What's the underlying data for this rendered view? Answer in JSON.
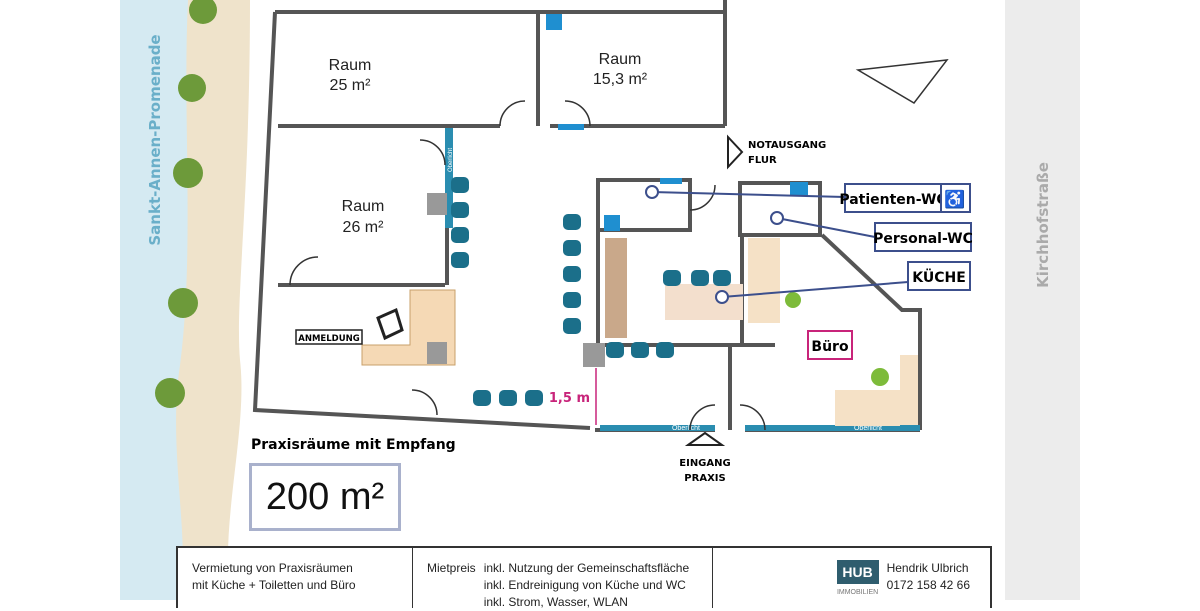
{
  "streets": {
    "left": "Sankt-Annen-Promenade",
    "right": "Kirchhofstraße"
  },
  "rooms": [
    {
      "name": "Raum",
      "area": "25 m²"
    },
    {
      "name": "Raum",
      "area": "15,3 m²"
    },
    {
      "name": "Raum",
      "area": "26 m²"
    }
  ],
  "labels": {
    "notausgang": "NOTAUSGANG",
    "flur": "FLUR",
    "patienten_wc": "Patienten-WC",
    "personal_wc": "Personal-WC",
    "kueche": "KÜCHE",
    "buero": "Büro",
    "anmeldung": "ANMELDUNG",
    "eingang": "EINGANG",
    "praxis": "PRAXIS",
    "distance": "1,5 m",
    "oberlicht": "Oberlicht",
    "title": "Praxisräume mit Empfang",
    "total_area": "200 m²"
  },
  "icons": {
    "wheelchair": "wheelchair-icon",
    "fan": "fan-icon",
    "compass": "north-arrow-icon"
  },
  "colors": {
    "wall": "#555555",
    "chairs": "#1b6f8a",
    "water": "#d5eaf2",
    "sand": "#efe3cb",
    "accent_magenta": "#c8247a",
    "label_border": "#3c4f8c",
    "office_chair": "#7dbb3a"
  },
  "info": {
    "col1": [
      "Vermietung von Praxisräumen",
      "mit Küche + Toiletten und Büro"
    ],
    "price_label": "Mietpreis",
    "price_items": [
      "inkl. Nutzung der Gemeinschaftsfläche",
      "inkl. Endreinigung von Küche und WC",
      "inkl. Strom, Wasser, WLAN"
    ],
    "logo": "HUB",
    "logo_sub": "IMMOBILIEN",
    "contact_name": "Hendrik Ulbrich",
    "contact_phone": "0172 158 42 66"
  }
}
